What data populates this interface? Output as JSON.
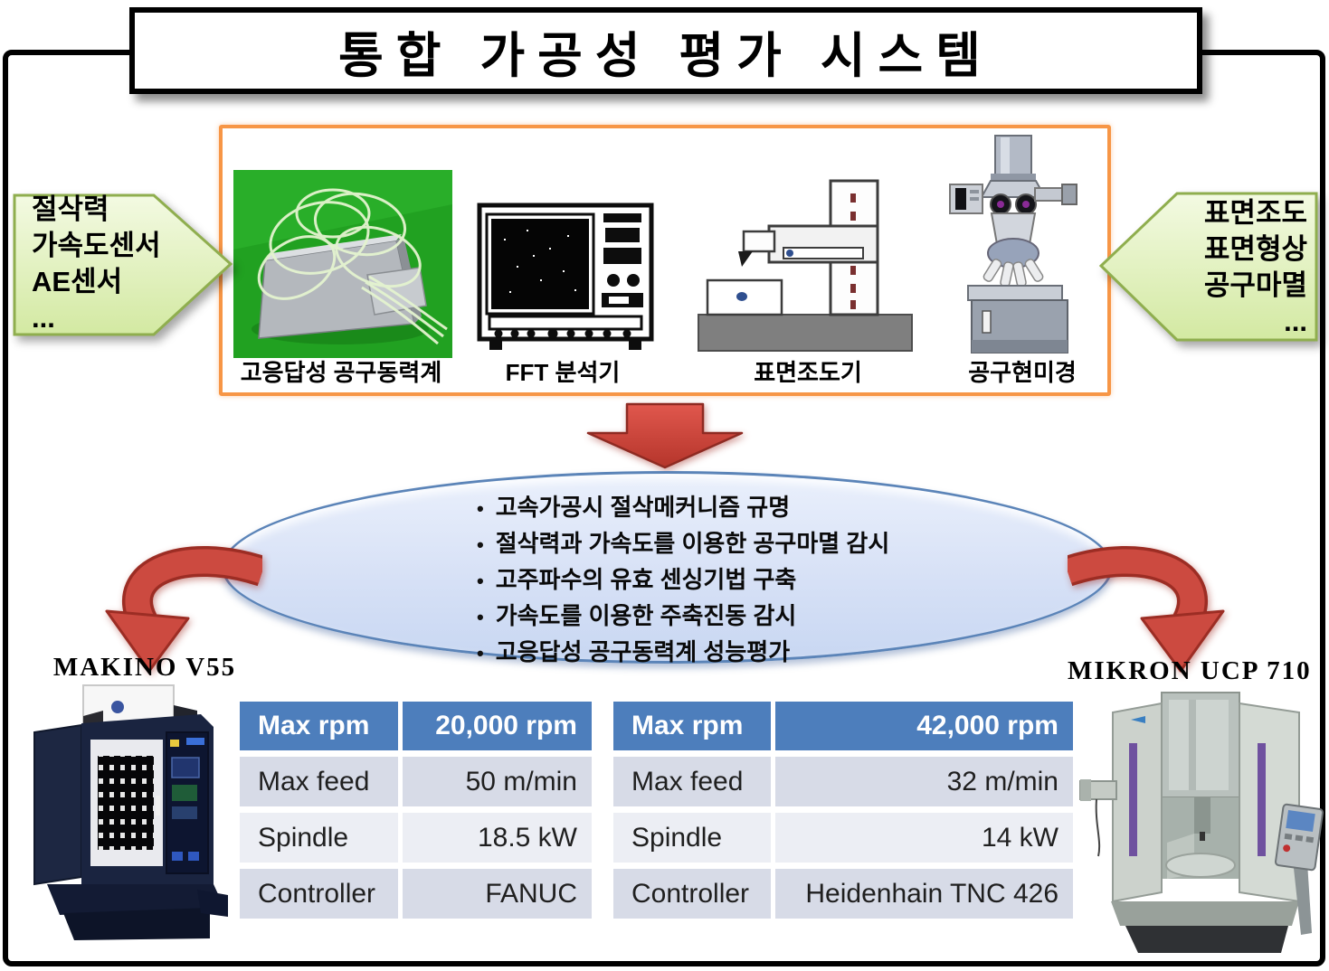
{
  "title": "통합 가공성 평가 시스템",
  "inputs_left": {
    "lines": [
      "절삭력",
      "가속도센서",
      "AE센서",
      "..."
    ]
  },
  "inputs_right": {
    "lines": [
      "표면조도",
      "표면형상",
      "공구마멸",
      "..."
    ]
  },
  "equipment": {
    "labels": [
      "고응답성 공구동력계",
      "FFT 분석기",
      "표면조도기",
      "공구현미경"
    ]
  },
  "goals": [
    "고속가공시 절삭메커니즘 규명",
    "절삭력과 가속도를 이용한 공구마멸 감시",
    "고주파수의 유효 센싱기법 구축",
    "가속도를 이용한 주축진동 감시",
    "고응답성 공구동력계 성능평가"
  ],
  "machine_left": {
    "name": "MAKINO V55",
    "specs": [
      {
        "label": "Max rpm",
        "value": "20,000 rpm"
      },
      {
        "label": "Max feed",
        "value": "50 m/min"
      },
      {
        "label": "Spindle",
        "value": "18.5 kW"
      },
      {
        "label": "Controller",
        "value": "FANUC"
      }
    ]
  },
  "machine_right": {
    "name": "MIKRON UCP 710",
    "specs": [
      {
        "label": "Max rpm",
        "value": "42,000 rpm"
      },
      {
        "label": "Max feed",
        "value": "32 m/min"
      },
      {
        "label": "Spindle",
        "value": "14 kW"
      },
      {
        "label": "Controller",
        "value": "Heidenhain TNC 426"
      }
    ]
  },
  "colors": {
    "table_header_blue": "#4d7ebc",
    "table_row_dark": "#d7dbe7",
    "table_row_light": "#eceef4",
    "orange_box_border": "#f79646",
    "green_arrow_fill": "#d3e9a2",
    "green_arrow_border": "#8fae4e",
    "red_arrow_fill": "#cc4a40",
    "red_arrow_border": "#9c2d24",
    "ellipse_fill": "#d7e1f6",
    "ellipse_border": "#5b84b8"
  }
}
